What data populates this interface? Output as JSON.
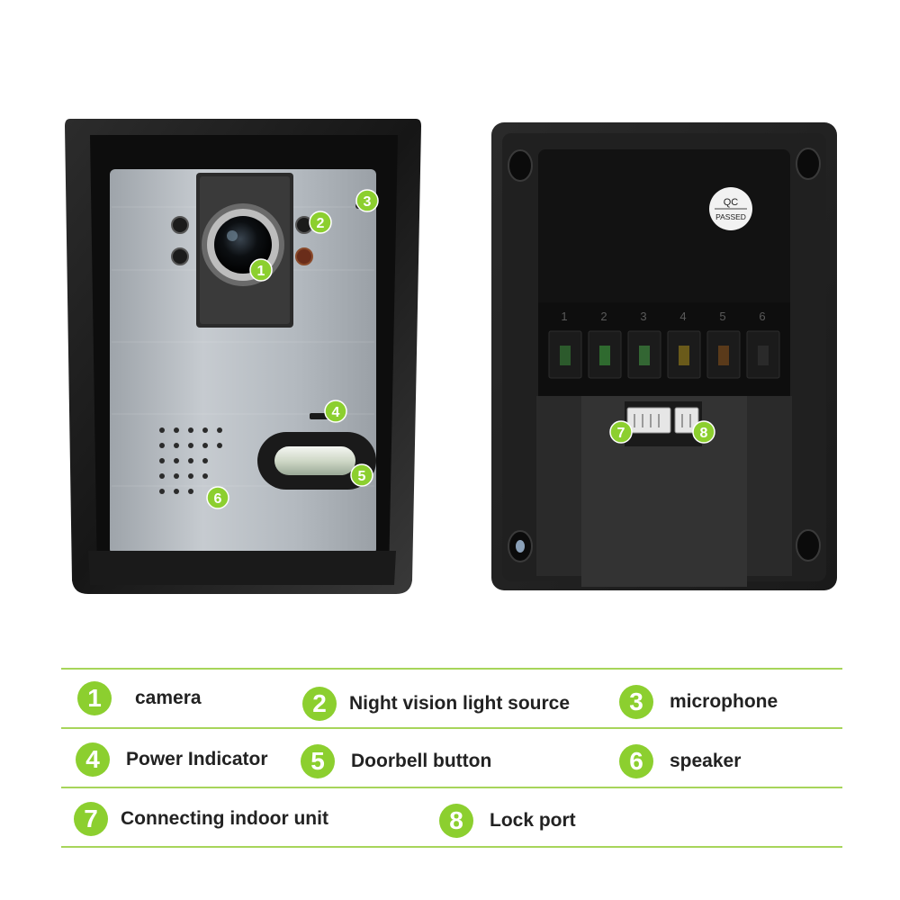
{
  "colors": {
    "accent": "#8ccf2f",
    "accent_dark": "#6aa71e",
    "rule": "#a7d55a",
    "device_dark": "#1e1e1e",
    "faceplate": "#b9bfc5"
  },
  "qc_sticker": {
    "line1": "QC",
    "line2": "PASSED"
  },
  "terminal_numbers": [
    "1",
    "2",
    "3",
    "4",
    "5",
    "6"
  ],
  "callouts": [
    "1",
    "2",
    "3",
    "4",
    "5",
    "6",
    "7",
    "8"
  ],
  "legend": {
    "items": [
      {
        "num": "1",
        "label": "camera"
      },
      {
        "num": "2",
        "label": "Night vision light source"
      },
      {
        "num": "3",
        "label": "microphone"
      },
      {
        "num": "4",
        "label": "Power Indicator"
      },
      {
        "num": "5",
        "label": "Doorbell button"
      },
      {
        "num": "6",
        "label": "speaker"
      },
      {
        "num": "7",
        "label": "Connecting indoor unit"
      },
      {
        "num": "8",
        "label": "Lock port"
      }
    ]
  }
}
